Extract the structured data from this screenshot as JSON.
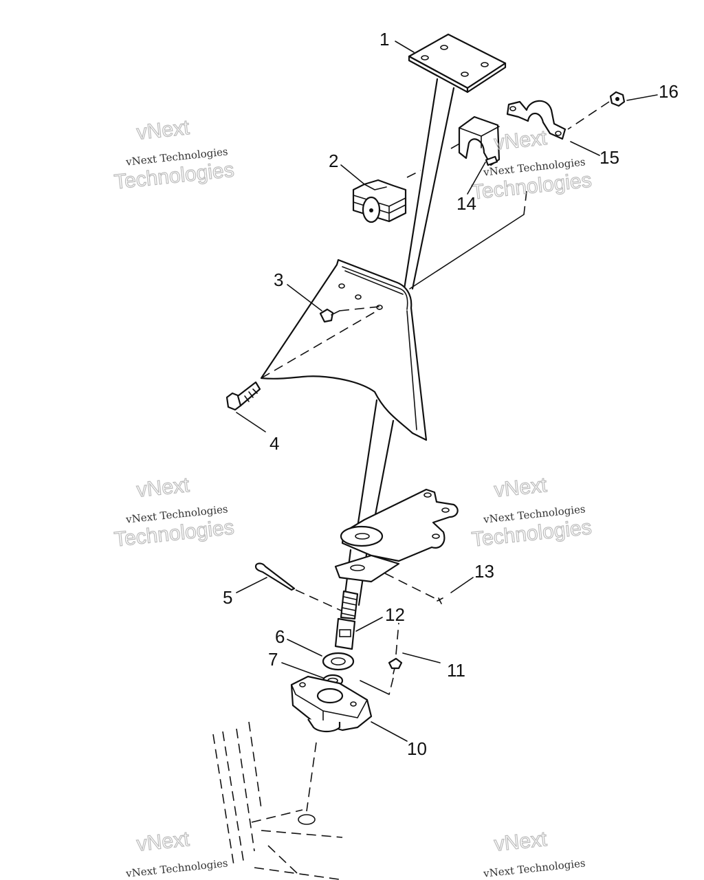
{
  "diagram": {
    "callouts": [
      "1",
      "2",
      "3",
      "4",
      "5",
      "6",
      "7",
      "10",
      "11",
      "12",
      "13",
      "14",
      "15",
      "16"
    ],
    "watermark": {
      "line1": "vNext Technologies",
      "line2": "vNext",
      "line3": "Technologies"
    }
  }
}
